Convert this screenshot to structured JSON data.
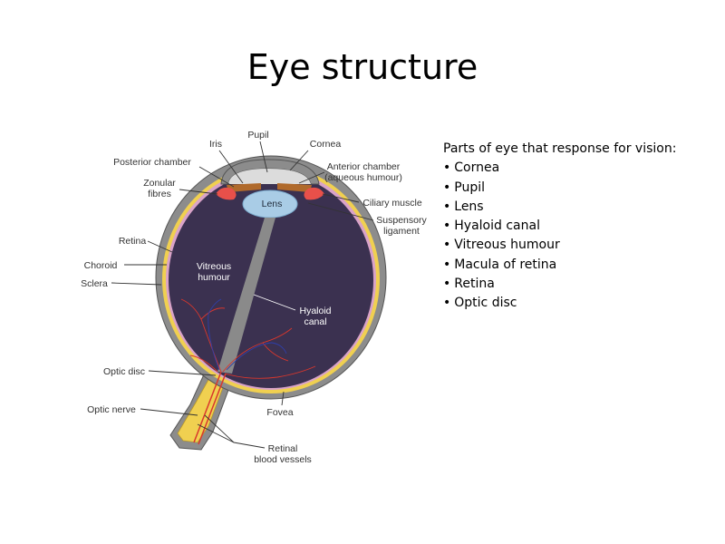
{
  "title": "Eye structure",
  "diagram": {
    "labels": {
      "pupil": "Pupil",
      "iris": "Iris",
      "cornea": "Cornea",
      "posterior_chamber": "Posterior chamber",
      "anterior_chamber_1": "Anterior chamber",
      "anterior_chamber_2": "(aqueous humour)",
      "zonular_1": "Zonular",
      "zonular_2": "fibres",
      "lens": "Lens",
      "ciliary_muscle": "Ciliary muscle",
      "suspensory_1": "Suspensory",
      "suspensory_2": "ligament",
      "retina": "Retina",
      "choroid": "Choroid",
      "sclera": "Sclera",
      "vitreous_1": "Vitreous",
      "vitreous_2": "humour",
      "hyaloid_1": "Hyaloid",
      "hyaloid_2": "canal",
      "optic_disc": "Optic disc",
      "optic_nerve": "Optic nerve",
      "fovea": "Fovea",
      "retinal_1": "Retinal",
      "retinal_2": "blood vessels"
    },
    "colors": {
      "sclera": "#8c8c8c",
      "vitreous": "#3b3150",
      "choroid": "#f0d050",
      "lens": "#a9cce6",
      "iris": "#b06a2c",
      "ciliary": "#e8504a",
      "vessels": "#d9372c"
    }
  },
  "info": {
    "heading": "Parts of eye that response for vision:",
    "items": [
      "Cornea",
      "Pupil",
      "Lens",
      "Hyaloid canal",
      "Vitreous humour",
      "Macula of retina",
      "Retina",
      "Optic disc"
    ]
  }
}
